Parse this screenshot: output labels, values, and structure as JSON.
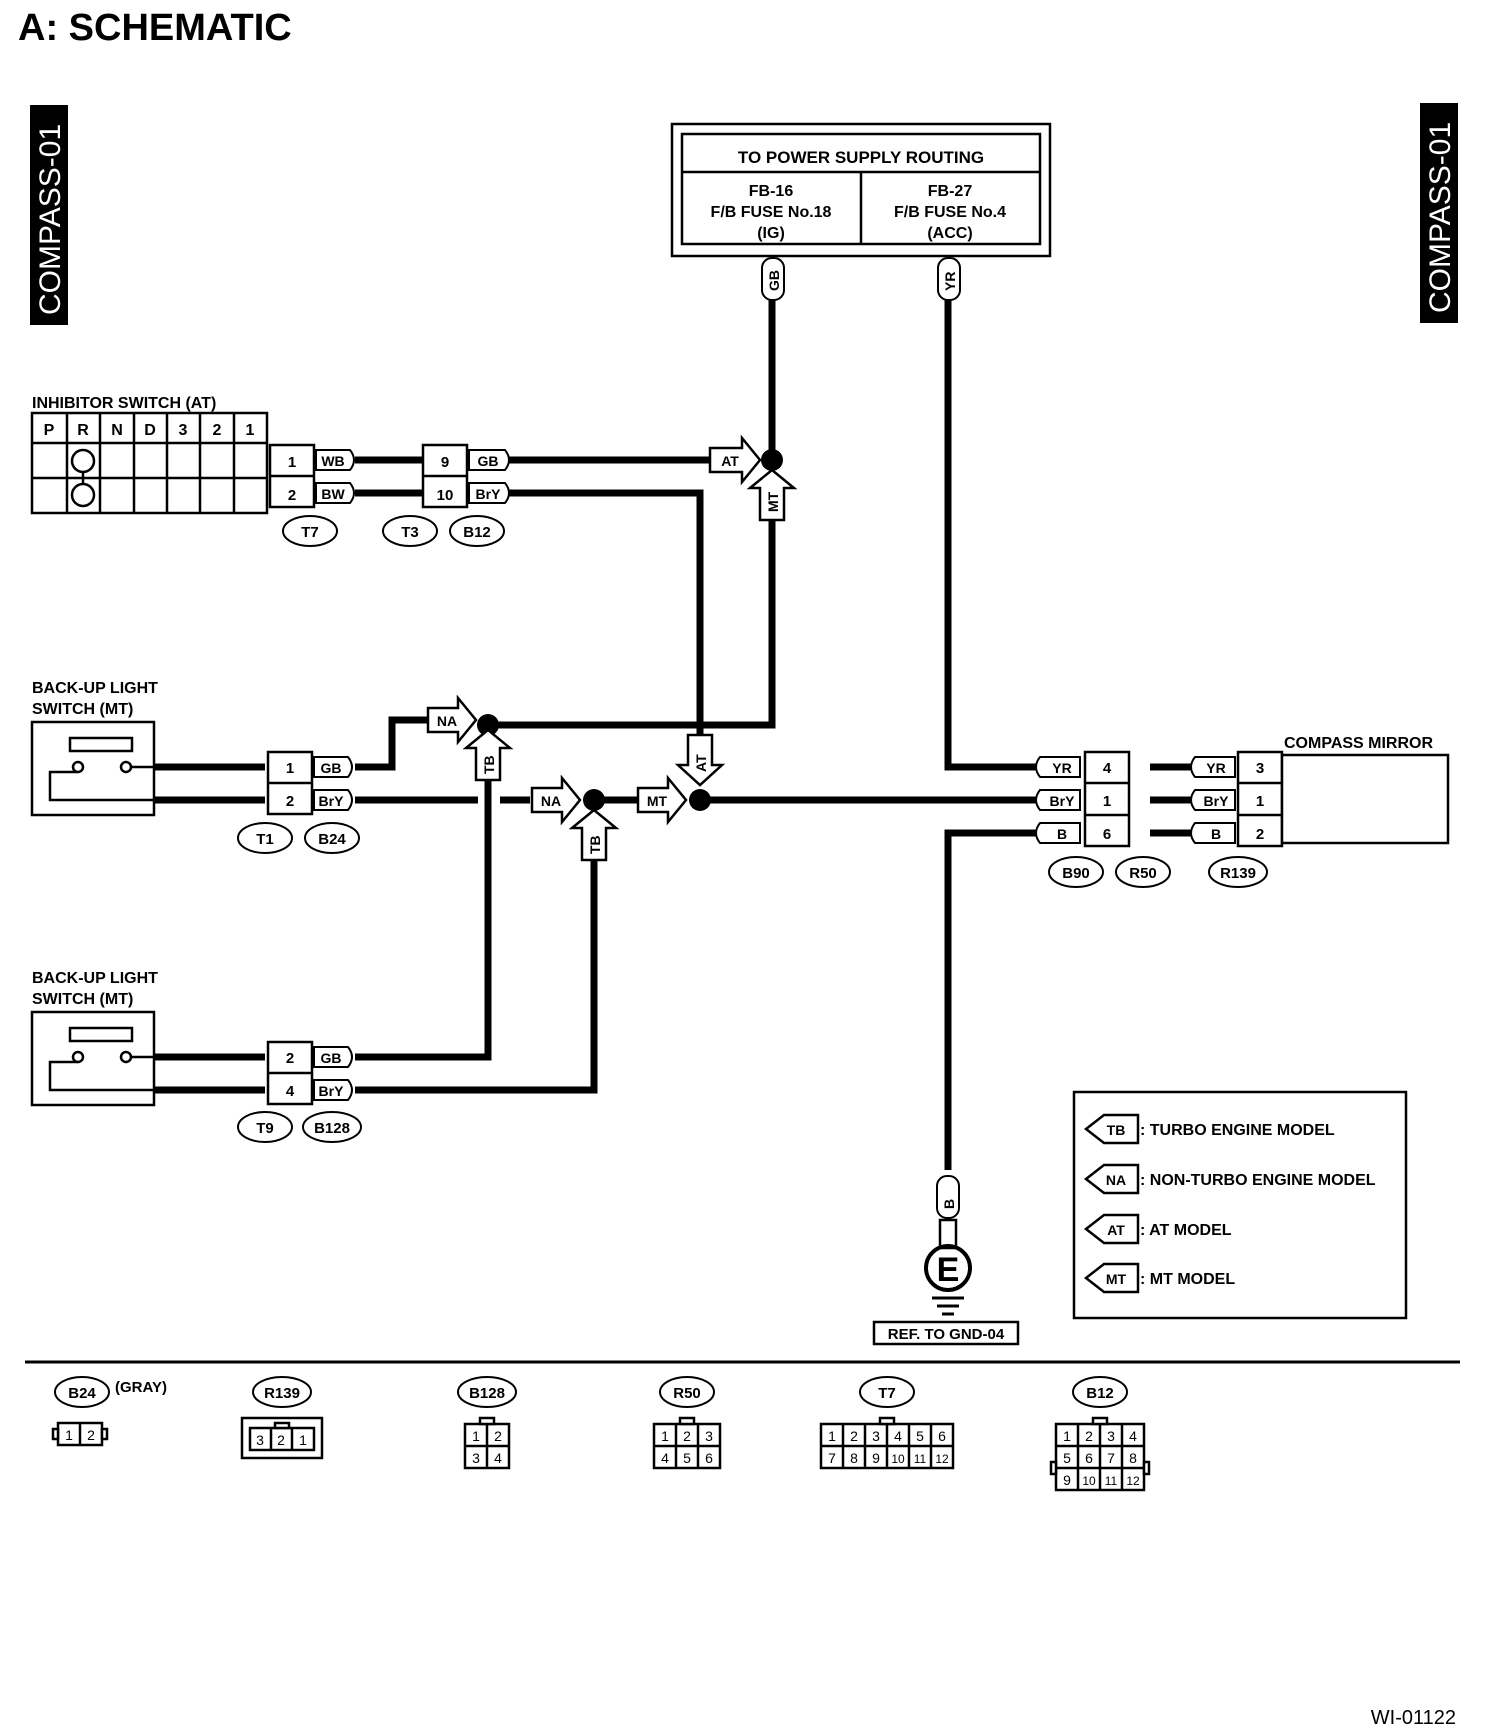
{
  "title": "A:  SCHEMATIC",
  "side_tab_left": "COMPASS-01",
  "side_tab_right": "COMPASS-01",
  "power_box": {
    "title": "TO POWER SUPPLY ROUTING",
    "left": [
      "FB-16",
      "F/B FUSE No.18",
      "(IG)"
    ],
    "right": [
      "FB-27",
      "F/B FUSE No.4",
      "(ACC)"
    ]
  },
  "inhibitor": {
    "title": "INHIBITOR SWITCH (AT)",
    "positions": [
      "P",
      "R",
      "N",
      "D",
      "3",
      "2",
      "1"
    ]
  },
  "backup1": {
    "title": [
      "BACK-UP LIGHT",
      "SWITCH (MT)"
    ]
  },
  "backup2": {
    "title": [
      "BACK-UP LIGHT",
      "SWITCH (MT)"
    ]
  },
  "compass_mirror": "COMPASS MIRROR",
  "ground": {
    "symbol": "E",
    "ref": "REF. TO GND-04",
    "wire": "B"
  },
  "wires": {
    "GB": "GB",
    "YR": "YR",
    "WB": "WB",
    "BW": "BW",
    "BrY": "BrY",
    "B": "B"
  },
  "pins": {
    "t7_1": "1",
    "t7_2": "2",
    "t3_9": "9",
    "t3_10": "10",
    "t1_1": "1",
    "t1_2": "2",
    "t9_2": "2",
    "t9_4": "4",
    "b90_4": "4",
    "b90_1": "1",
    "b90_6": "6",
    "r139_3": "3",
    "r139_1": "1",
    "r139_2": "2"
  },
  "flags": {
    "AT": "AT",
    "MT": "MT",
    "NA": "NA",
    "TB": "TB"
  },
  "connector_ids": {
    "T7": "T7",
    "T3": "T3",
    "B12": "B12",
    "T1": "T1",
    "B24": "B24",
    "T9": "T9",
    "B128": "B128",
    "B90": "B90",
    "R50": "R50",
    "R139": "R139"
  },
  "legend": [
    {
      "code": "TB",
      "text": ": TURBO ENGINE MODEL"
    },
    {
      "code": "NA",
      "text": ": NON-TURBO ENGINE MODEL"
    },
    {
      "code": "AT",
      "text": ": AT MODEL"
    },
    {
      "code": "MT",
      "text": ": MT MODEL"
    }
  ],
  "connector_views": [
    {
      "id": "B24",
      "note": "(GRAY)",
      "pins": [
        "1",
        "2"
      ]
    },
    {
      "id": "R139",
      "pins": [
        "3",
        "2",
        "1"
      ]
    },
    {
      "id": "B128",
      "pins": [
        "1",
        "2",
        "3",
        "4"
      ]
    },
    {
      "id": "R50",
      "pins": [
        "1",
        "2",
        "3",
        "4",
        "5",
        "6"
      ]
    },
    {
      "id": "T7",
      "pins": [
        "1",
        "2",
        "3",
        "4",
        "5",
        "6",
        "7",
        "8",
        "9",
        "10",
        "11",
        "12"
      ]
    },
    {
      "id": "B12",
      "pins": [
        "1",
        "2",
        "3",
        "4",
        "5",
        "6",
        "7",
        "8",
        "9",
        "10",
        "11",
        "12"
      ]
    }
  ],
  "figure_code": "WI-01122"
}
